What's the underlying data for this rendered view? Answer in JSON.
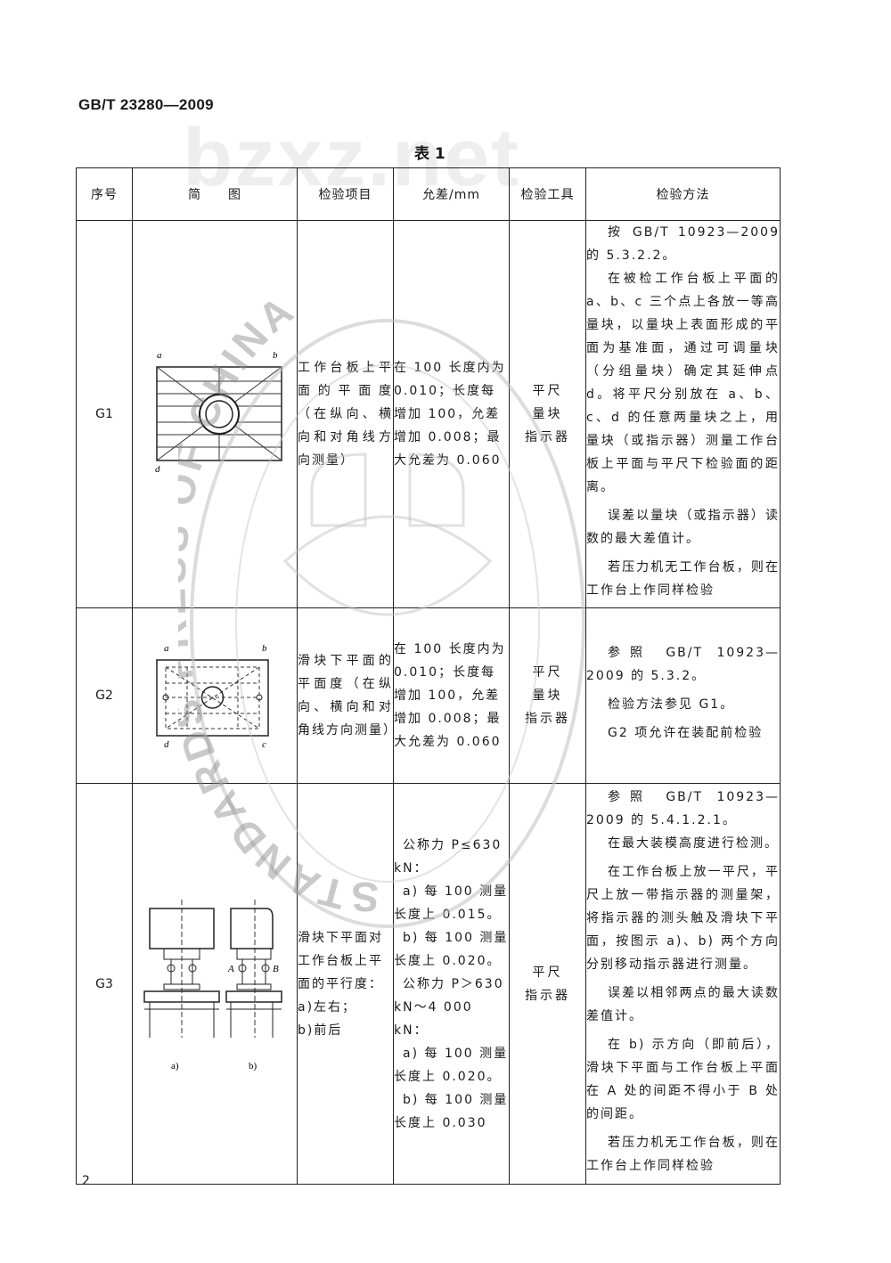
{
  "header": {
    "standard_code": "GB/T 23280—2009"
  },
  "watermark": {
    "text": "bzxz.net"
  },
  "table": {
    "title": "表 1",
    "columns": [
      "序号",
      "简　　图",
      "检验项目",
      "允差/mm",
      "检验工具",
      "检验方法"
    ],
    "rows": [
      {
        "seq": "G1",
        "diagram_labels": [
          "a",
          "b",
          "d"
        ],
        "item": "工作台板上平面的平面度（在纵向、横向和对角线方向测量）",
        "tolerance": [
          "在 100 长度内为 0.010；长度每增加 100，允差增加 0.008；最大允差为 0.060"
        ],
        "tools": [
          "平尺",
          "量块",
          "指示器"
        ],
        "method": [
          "按 GB/T 10923—2009 的 5.3.2.2。",
          "在被检工作台板上平面的 a、b、c 三个点上各放一等高量块，以量块上表面形成的平面为基准面，通过可调量块（分组量块）确定其延伸点 d。将平尺分别放在 a、b、c、d 的任意两量块之上，用量块（或指示器）测量工作台板上平面与平尺下检验面的距离。",
          "误差以量块（或指示器）读数的最大差值计。",
          "若压力机无工作台板，则在工作台上作同样检验"
        ]
      },
      {
        "seq": "G2",
        "diagram_labels": [
          "a",
          "b",
          "d",
          "c"
        ],
        "item": "滑块下平面的平面度（在纵向、横向和对角线方向测量）",
        "tolerance": [
          "在 100 长度内为 0.010；长度每增加 100，允差增加 0.008；最大允差为 0.060"
        ],
        "tools": [
          "平尺",
          "量块",
          "指示器"
        ],
        "method": [
          "参照 GB/T 10923—2009 的 5.3.2。",
          "检验方法参见 G1。",
          "G2 项允许在装配前检验"
        ]
      },
      {
        "seq": "G3",
        "diagram_labels": [
          "A",
          "B",
          "a)",
          "b)"
        ],
        "item": [
          "滑块下平面对工作台板上平面的平行度：",
          "a)左右；",
          "b)前后"
        ],
        "tolerance": [
          "公称力 P≤630 kN：",
          "a) 每 100 测量长度上 0.015。",
          "b) 每 100 测量长度上 0.020。",
          "公称力 P＞630 kN～4 000 kN：",
          "a) 每 100 测量长度上 0.020。",
          "b) 每 100 测量长度上 0.030"
        ],
        "tools": [
          "平尺",
          "指示器"
        ],
        "method": [
          "参照 GB/T 10923—2009 的 5.4.1.2.1。",
          "在最大装模高度进行检测。",
          "在工作台板上放一平尺，平尺上放一带指示器的测量架，将指示器的测头触及滑块下平面，按图示 a)、b) 两个方向分别移动指示器进行测量。",
          "误差以相邻两点的最大读数差值计。",
          "在 b) 示方向（即前后），滑块下平面与工作台板上平面在 A 处的间距不得小于 B 处的间距。",
          "若压力机无工作台板，则在工作台上作同样检验"
        ]
      }
    ]
  },
  "seal": {
    "text": "STANDARDS PRESS OF CHINA"
  },
  "footer": {
    "page_number": "2"
  }
}
